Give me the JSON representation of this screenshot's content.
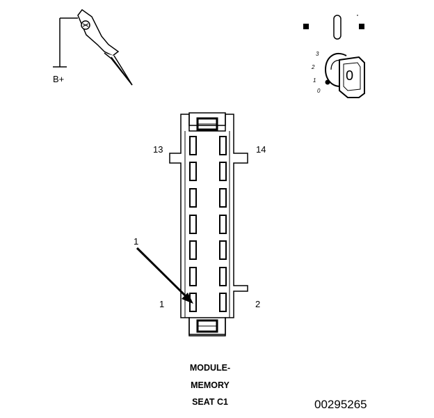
{
  "test_light": {
    "label": "B+"
  },
  "ignition": {
    "positions": [
      "3",
      "2",
      "1",
      "0"
    ],
    "key_label": "0"
  },
  "connector": {
    "pin_labels": {
      "top_left": "13",
      "top_right": "14",
      "bottom_left": "1",
      "bottom_right": "2"
    },
    "callout": "1",
    "title_lines": [
      "MODULE-",
      "MEMORY",
      "SEAT C1"
    ]
  },
  "figure_id": "00295265"
}
